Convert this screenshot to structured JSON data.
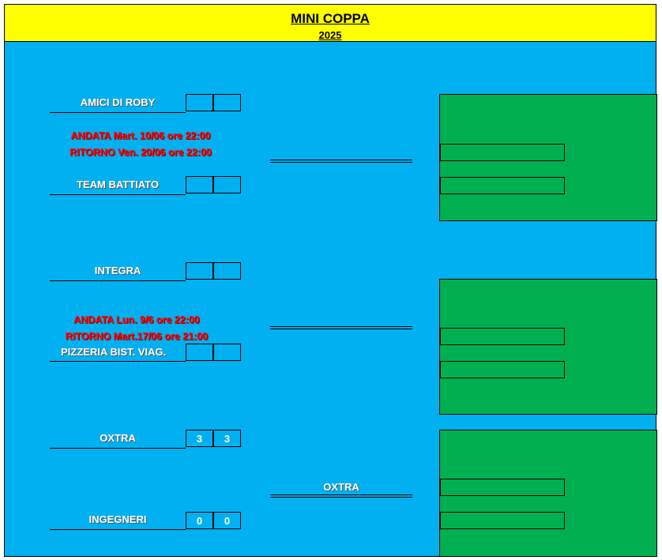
{
  "header": {
    "title": "MINI COPPA ",
    "year": "2025"
  },
  "matches": [
    {
      "home": "AMICI DI ROBY",
      "home_score": [
        "",
        ""
      ],
      "away": "TEAM BATTIATO",
      "away_score": [
        "",
        ""
      ],
      "andata": "ANDATA Mart. 10/06 ore 22:00",
      "ritorno": "RITORNO Ven. 20/06 ore 22:00",
      "winner": ""
    },
    {
      "home": "INTEGRA",
      "home_score": [
        "",
        ""
      ],
      "away": "PIZZERIA BIST. VIAG.",
      "away_score": [
        "",
        ""
      ],
      "andata": "ANDATA  Lun. 9/6 ore 22:00",
      "ritorno": "RITORNO Mart.17/06 ore 21:00",
      "winner": ""
    },
    {
      "home": "OXTRA",
      "home_score": [
        "3",
        "3"
      ],
      "away": "INGEGNERI",
      "away_score": [
        "0",
        "0"
      ],
      "winner": "OXTRA"
    }
  ]
}
